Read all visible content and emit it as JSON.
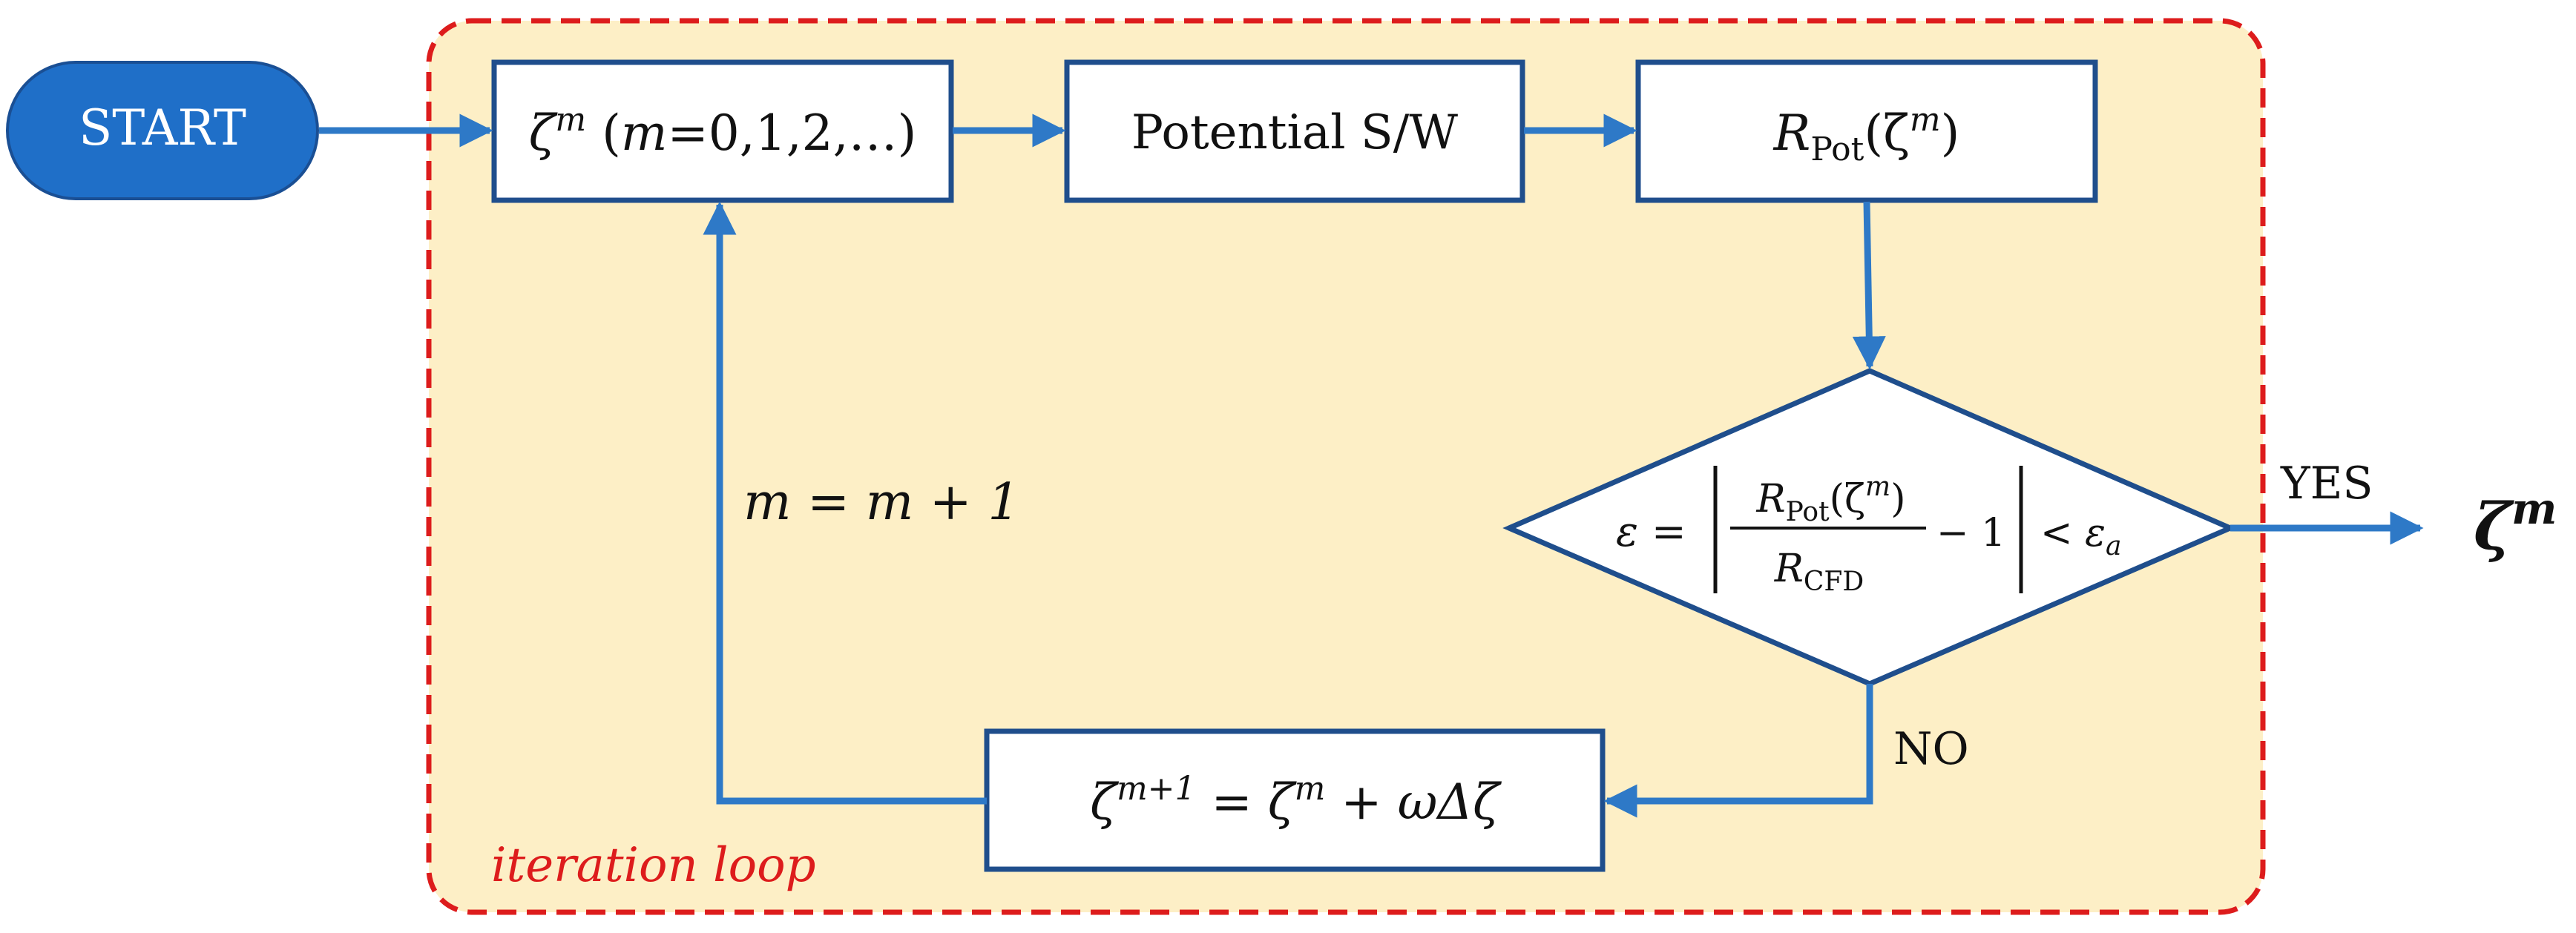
{
  "colors": {
    "loop_fill": "#fdefc6",
    "loop_border": "#dd1c1c",
    "box_border": "#1f4e8c",
    "arrow": "#2e79c7",
    "start_fill": "#1f6fc8",
    "start_text": "#ffffff",
    "text": "#111111"
  },
  "nodes": {
    "start": {
      "label": "START"
    },
    "zeta_m": {
      "sym": "ζ",
      "sup": "m",
      "paren_open": " (",
      "var": "m",
      "seq": "=0,1,2,…)"
    },
    "potential": {
      "label": "Potential S/W"
    },
    "r_pot": {
      "r": "R",
      "sub": "Pot",
      "open": "(ζ",
      "sup": "m",
      "close": ")"
    },
    "update": {
      "lhs": "ζ",
      "lhs_sup": "m+1",
      "eq": " = ζ",
      "rhs_sup": "m",
      "tail": " + ωΔζ"
    },
    "decision": {
      "eps": "ε = ",
      "num_r": "R",
      "num_sub": "Pot",
      "num_open": "(ζ",
      "num_sup": "m",
      "num_close": ")",
      "den_r": "R",
      "den_sub": "CFD",
      "minus_one": "− 1",
      "lt": "< ε",
      "lt_sub": "a"
    }
  },
  "labels": {
    "increment": "m = m + 1",
    "yes": "YES",
    "no": "NO",
    "output_sym": "ζ",
    "output_sup": "m",
    "loop_caption": "iteration loop"
  }
}
